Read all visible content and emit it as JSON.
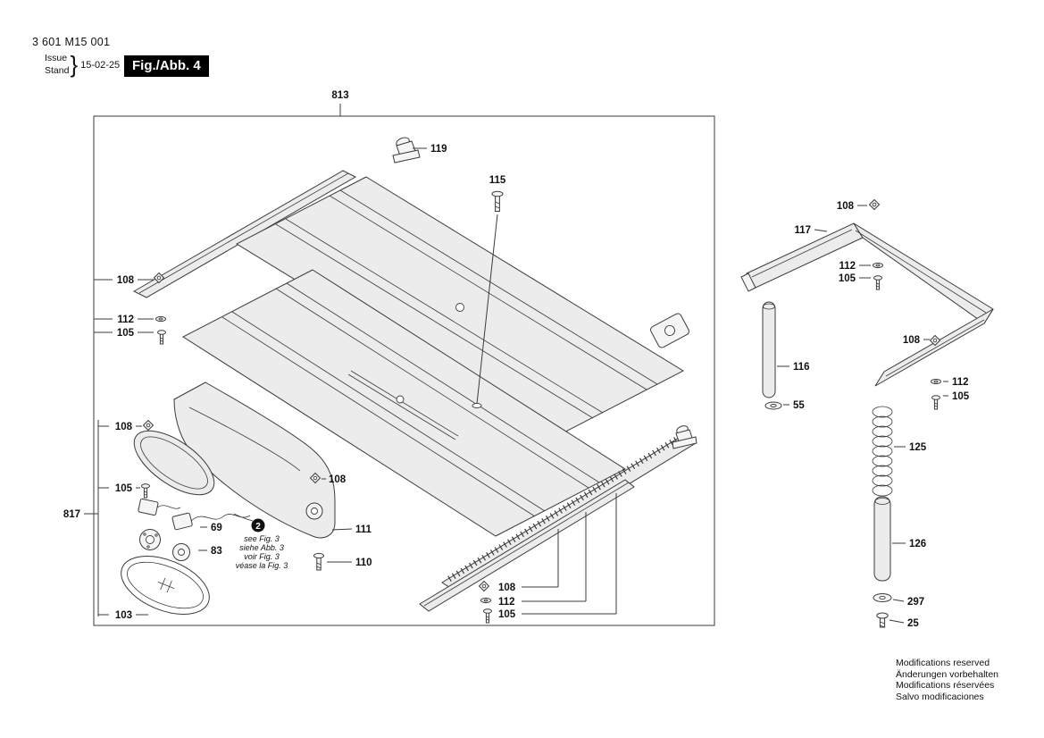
{
  "header": {
    "part_number": "3 601 M15 001",
    "issue_label": "Issue",
    "stand_label": "Stand",
    "brace": "}",
    "date": "15-02-25",
    "figure_label": "Fig./Abb. 4"
  },
  "callouts": [
    {
      "label": "813"
    },
    {
      "label": "119"
    },
    {
      "label": "115"
    },
    {
      "label": "108"
    },
    {
      "label": "112"
    },
    {
      "label": "105"
    },
    {
      "label": "108"
    },
    {
      "label": "117"
    },
    {
      "label": "112"
    },
    {
      "label": "105"
    },
    {
      "label": "108"
    },
    {
      "label": "116"
    },
    {
      "label": "55"
    },
    {
      "label": "112"
    },
    {
      "label": "105"
    },
    {
      "label": "125"
    },
    {
      "label": "126"
    },
    {
      "label": "297"
    },
    {
      "label": "25"
    },
    {
      "label": "108"
    },
    {
      "label": "105"
    },
    {
      "label": "817"
    },
    {
      "label": "69"
    },
    {
      "label": "83"
    },
    {
      "label": "103"
    },
    {
      "label": "108"
    },
    {
      "label": "111"
    },
    {
      "label": "110"
    },
    {
      "label": "108"
    },
    {
      "label": "112"
    },
    {
      "label": "105"
    }
  ],
  "reference_note": {
    "marker": "2",
    "lines": [
      "see Fig. 3",
      "siehe Abb. 3",
      "voir Fig. 3",
      "véase la Fig. 3"
    ]
  },
  "footer": {
    "notes": [
      "Modifications reserved",
      "Änderungen vorbehalten",
      "Modifications réservées",
      "Salvo modificaciones"
    ]
  }
}
